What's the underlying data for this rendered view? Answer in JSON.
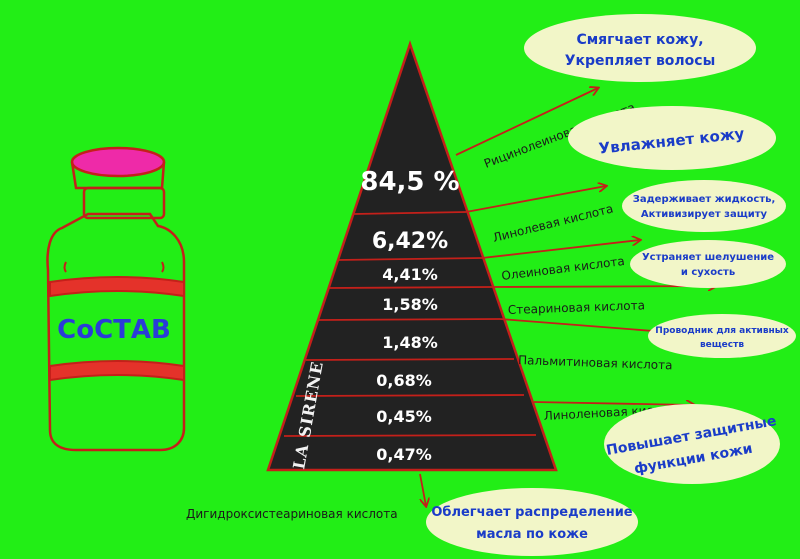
{
  "bottle": {
    "label": "СоСТАВ"
  },
  "pyramid": {
    "watermark": "LA SIRENE",
    "levels": [
      {
        "value": "84,5 %"
      },
      {
        "value": "6,42%"
      },
      {
        "value": "4,41%"
      },
      {
        "value": "1,58%"
      },
      {
        "value": "1,48%"
      },
      {
        "value": "0,68%"
      },
      {
        "value": "0,45%"
      },
      {
        "value": "0,47%"
      }
    ]
  },
  "acids": [
    {
      "name": "Рицинолеиновая кислота"
    },
    {
      "name": "Линолевая кислота"
    },
    {
      "name": "Олеиновая кислота"
    },
    {
      "name": "Стеариновая кислота"
    },
    {
      "name": "Пальмитиновая кислота"
    },
    {
      "name": "Линоленовая кислота"
    },
    {
      "name": "Дигидроксистеариновая кислота"
    }
  ],
  "effects": [
    {
      "line1": "Смягчает кожу,",
      "line2": "Укрепляет волосы",
      "color": "#1a3cc8"
    },
    {
      "line1": "Увлажняет кожу",
      "line2": "",
      "color": "#1a3cc8"
    },
    {
      "line1": "Задерживает жидкость,",
      "line2": "Активизирует защиту",
      "color": "#1a3cc8"
    },
    {
      "line1": "Устраняет шелушение",
      "line2": "и сухость",
      "color": "#1a3cc8"
    },
    {
      "line1": "Проводник для активных",
      "line2": "веществ",
      "color": "#1a3cc8"
    },
    {
      "line1": "Повышает защитные",
      "line2": "функции  кожи",
      "color": "#1a3cc8"
    },
    {
      "line1": "Облегчает распределение",
      "line2": "масла по коже",
      "color": "#1a3cc8"
    }
  ],
  "colors": {
    "background": "#22ee16",
    "pyramid": "#222222",
    "outline": "#c4201a",
    "bubble": "#f2f6c8",
    "cap": "#ee2aa8"
  }
}
